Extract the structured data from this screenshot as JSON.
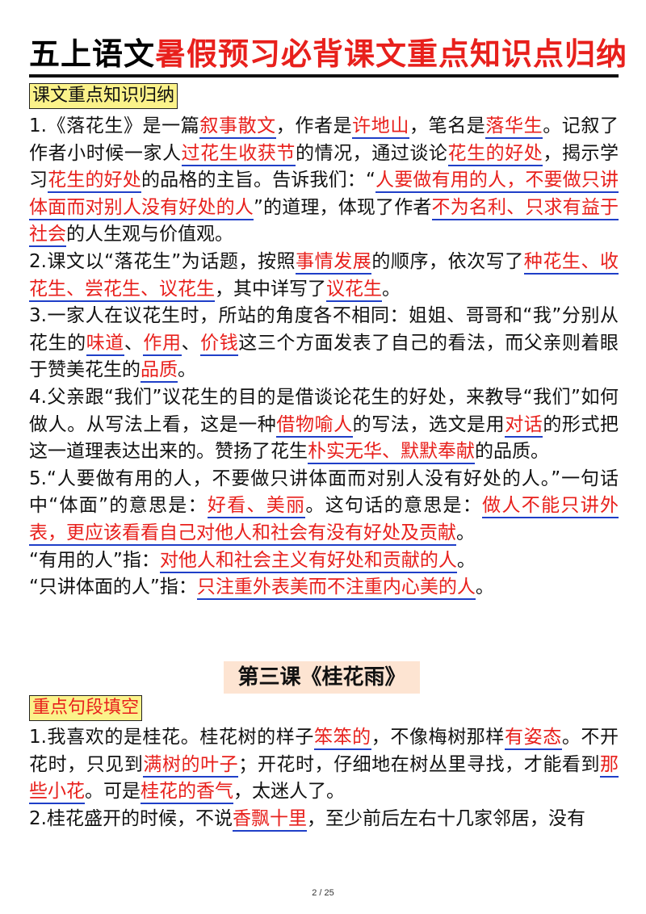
{
  "title": {
    "black": "五上语文",
    "red": "暑假预习必背课文重点知识点归纳"
  },
  "section1_tag": "课文重点知识归纳",
  "p1": [
    "1.《落花生》是一篇",
    "叙事散文",
    "，作者是",
    "许地山",
    "，笔名是",
    "落华生",
    "。记叙了作者小时候一家人",
    "过花生收获节",
    "的情况，通过谈论",
    "花生的好处",
    "，揭示学习",
    "花生的好处",
    "的品格的主旨。告诉我们：“",
    "人要做有用的人，不要做只讲体面而对别人没有好处的人",
    "”的道理，体现了作者",
    "不为名利、只求有益于社会",
    "的人生观与价值观。"
  ],
  "p2": [
    "2.课文以“落花生”为话题，按照",
    "事情发展",
    "的顺序，依次写了",
    "种花生、收花生、尝花生、议花生",
    "，其中详写了",
    "议花生",
    "。"
  ],
  "p3": [
    "3.一家人在议花生时，所站的角度各不相同：姐姐、哥哥和“我”分别从花生的",
    "味道",
    "、",
    "作用",
    "、",
    "价钱",
    "这三个方面发表了自己的看法，而父亲则着眼于赞美花生的",
    "品质",
    "。"
  ],
  "p4": [
    "4.父亲跟“我们”议花生的目的是借谈论花生的好处，来教导“我们”如何做人。从写法上看，这是一种",
    "借物喻人",
    "的写法，选文是用",
    "对话",
    "的形式把这一道理表达出来的。赞扬了花生",
    "朴实无华、默默奉献",
    "的品质。"
  ],
  "p5": [
    "5.“人要做有用的人，不要做只讲体面而对别人没有好处的人。”一句话中“体面”的意思是：",
    "好看、美丽",
    "。这句话的意思是：",
    "做人不能只讲外表，更应该看看自己对他人和社会有没有好处及贡献",
    "。"
  ],
  "p6": [
    "“有用的人”指：",
    "对他人和社会主义有好处和贡献的人",
    "。"
  ],
  "p7": [
    "“只讲体面的人”指：",
    "只注重外表美而不注重内心美的人",
    "。"
  ],
  "lesson_title": "第三课《桂花雨》",
  "section2_tag": "重点句段填空",
  "q1": [
    "1.我喜欢的是桂花。桂花树的样子",
    "笨笨的",
    "，不像梅树那样",
    "有姿态",
    "。不开花时，只见到",
    "满树的叶子",
    "；开花时，仔细地在树丛里寻找，才能看到",
    "那些小花",
    "。可是",
    "桂花的香气",
    "，太迷人了。"
  ],
  "q2": [
    "2.桂花盛开的时候，不说",
    "香飘十里",
    "，至少前后左右十几家邻居，没有"
  ],
  "page_number": "2 / 25"
}
